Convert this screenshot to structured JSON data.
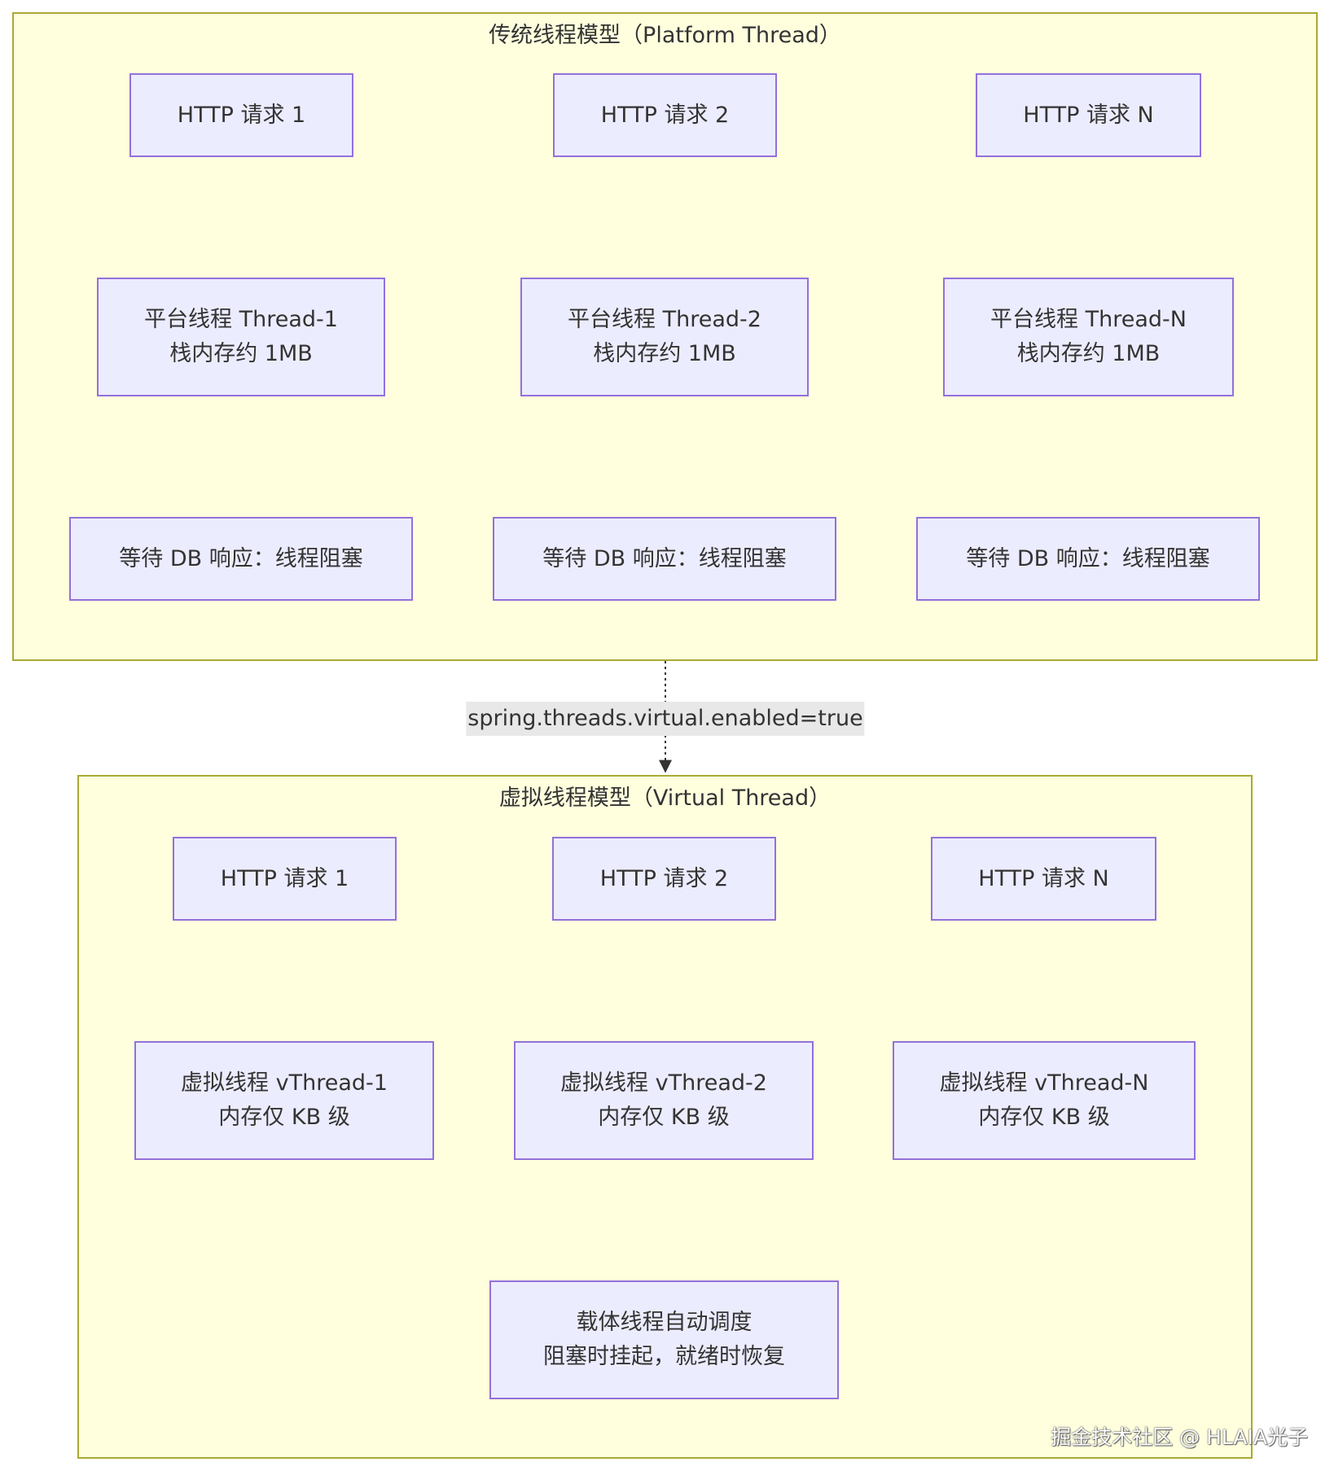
{
  "clusters": {
    "platform": {
      "title": "传统线程模型（Platform Thread）",
      "requests": [
        "HTTP 请求 1",
        "HTTP 请求 2",
        "HTTP 请求 N"
      ],
      "threads": [
        {
          "line1": "平台线程 Thread-1",
          "line2": "栈内存约 1MB"
        },
        {
          "line1": "平台线程 Thread-2",
          "line2": "栈内存约 1MB"
        },
        {
          "line1": "平台线程 Thread-N",
          "line2": "栈内存约 1MB"
        }
      ],
      "waits": [
        "等待 DB 响应：线程阻塞",
        "等待 DB 响应：线程阻塞",
        "等待 DB 响应：线程阻塞"
      ]
    },
    "virtual": {
      "title": "虚拟线程模型（Virtual Thread）",
      "requests": [
        "HTTP 请求 1",
        "HTTP 请求 2",
        "HTTP 请求 N"
      ],
      "threads": [
        {
          "line1": "虚拟线程 vThread-1",
          "line2": "内存仅 KB 级"
        },
        {
          "line1": "虚拟线程 vThread-2",
          "line2": "内存仅 KB 级"
        },
        {
          "line1": "虚拟线程 vThread-N",
          "line2": "内存仅 KB 级"
        }
      ],
      "carrier": {
        "line1": "载体线程自动调度",
        "line2": "阻塞时挂起，就绪时恢复"
      }
    }
  },
  "transition_label": "spring.threads.virtual.enabled=true",
  "watermark": "掘金技术社区 @ HLAIA光子",
  "colors": {
    "cluster_fill": "#ffffde",
    "cluster_border": "#aaaa33",
    "node_fill": "#ececff",
    "node_border": "#9370db",
    "edge": "#333333",
    "label_bg": "#e8e8e8"
  }
}
